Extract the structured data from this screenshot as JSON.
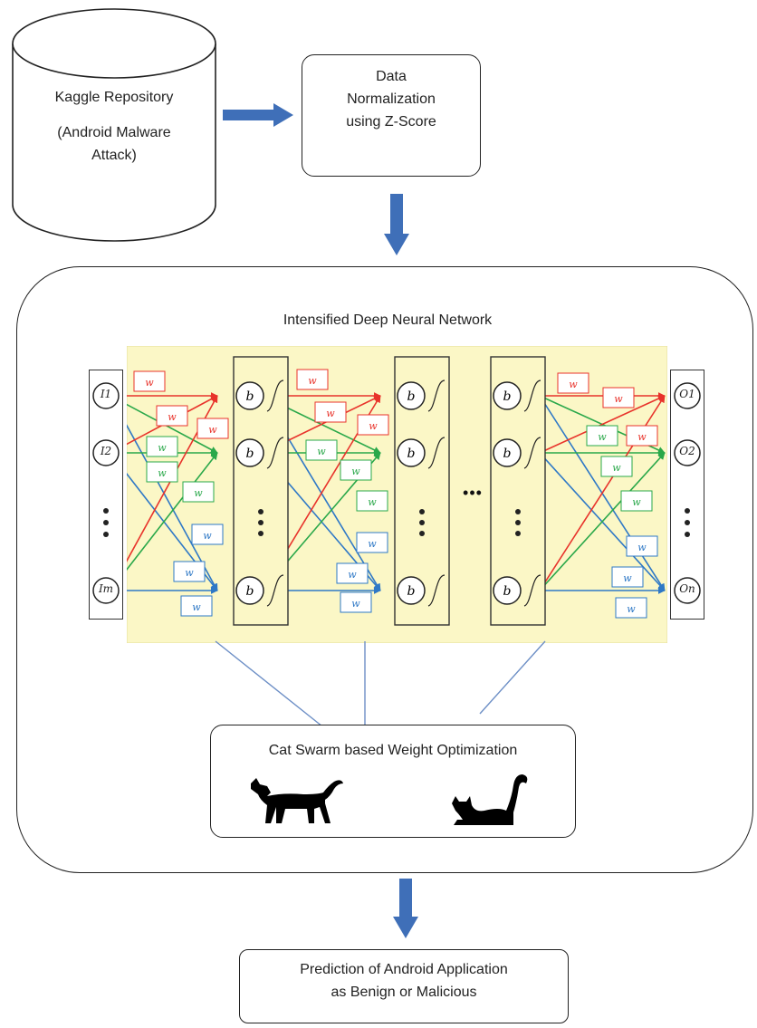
{
  "source": {
    "name": "Kaggle Repository",
    "subtitle_line1": "(Android Malware",
    "subtitle_line2": "Attack)"
  },
  "normalization": {
    "line1": "Data",
    "line2": "Normalization",
    "line3": "using Z-Score"
  },
  "network": {
    "title": "Intensified Deep Neural Network",
    "ellipsis": "•••",
    "inputs": [
      "I1",
      "I2",
      "Im"
    ],
    "outputs": [
      "O1",
      "O2",
      "On"
    ]
  },
  "optimizer": {
    "title": "Cat Swarm based Weight Optimization"
  },
  "prediction": {
    "line1": "Prediction of Android Application",
    "line2": "as Benign or Malicious"
  },
  "colors": {
    "arrow": "#3f6fb8",
    "panel": "#fbf7c6",
    "red": "#e8332b",
    "green": "#2aa84a",
    "blue": "#2e78c6",
    "link": "#6d8fc6"
  }
}
